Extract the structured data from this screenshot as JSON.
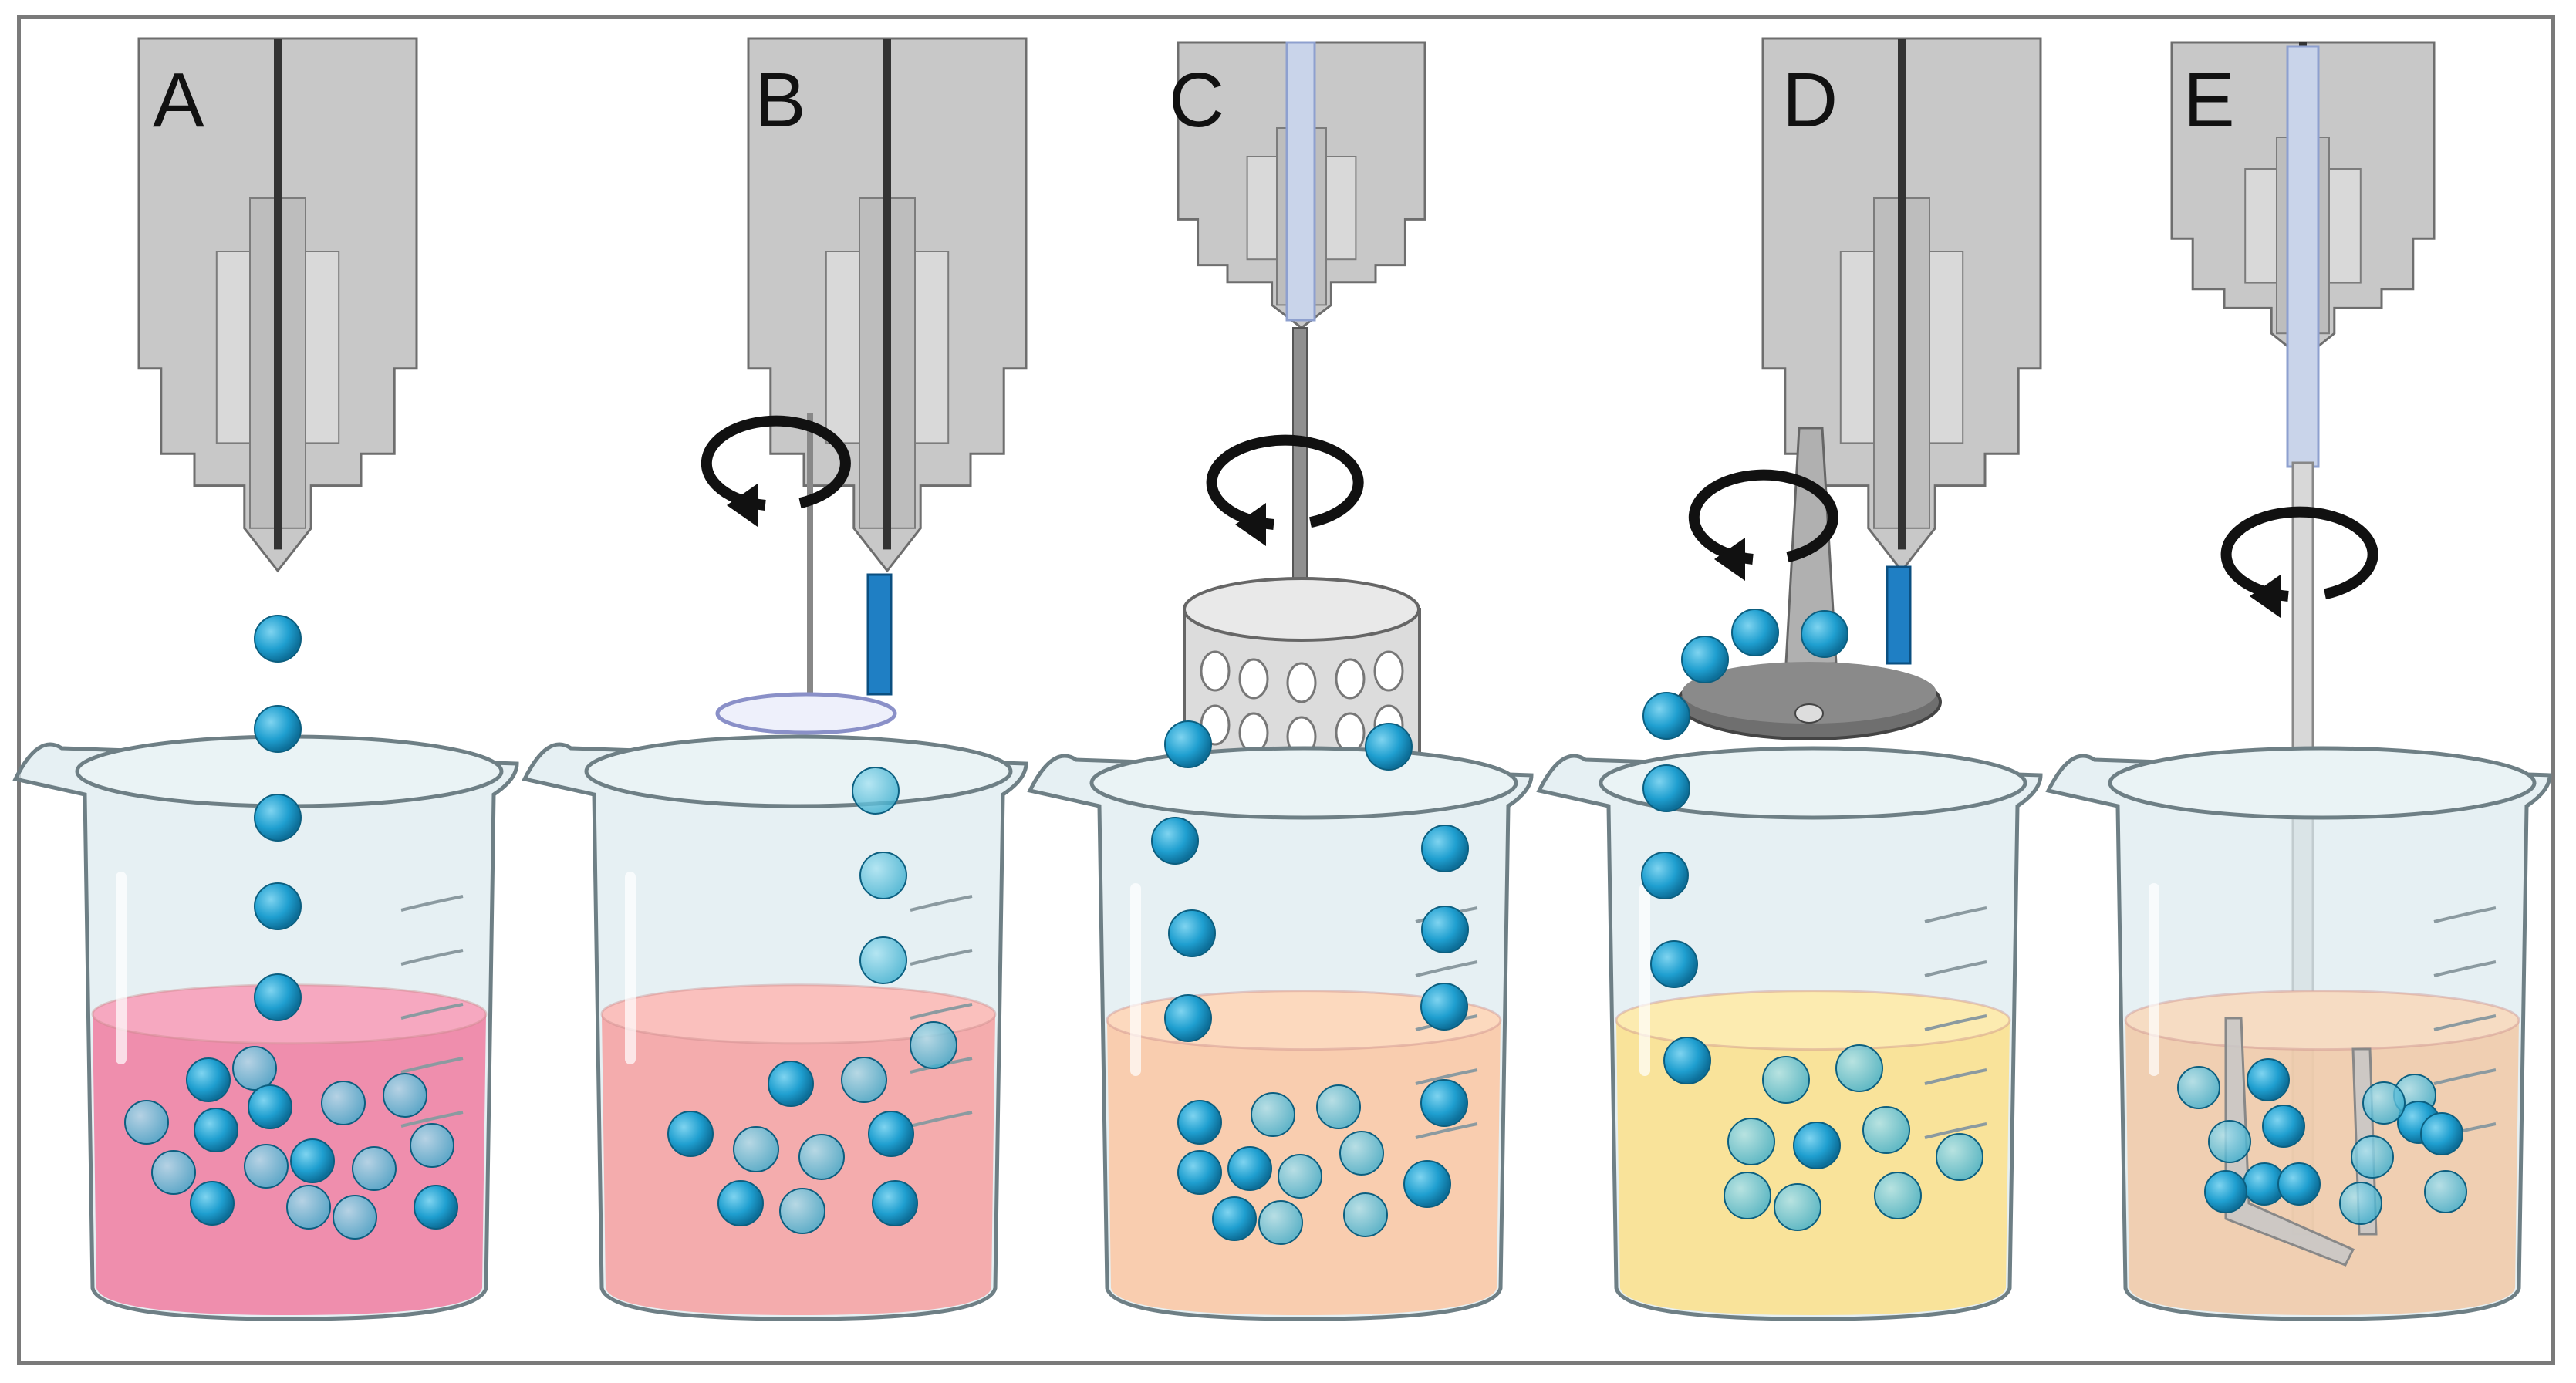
{
  "panels": [
    {
      "label": "A",
      "liquid": "#f07da0",
      "liquid_top": "#f6a8c0"
    },
    {
      "label": "B",
      "liquid": "#f6a0a0",
      "liquid_top": "#fac0bd"
    },
    {
      "label": "C",
      "liquid": "#fbc7a2",
      "liquid_top": "#fcd9be"
    },
    {
      "label": "D",
      "liquid": "#fbe08a",
      "liquid_top": "#fcebb0"
    },
    {
      "label": "E",
      "liquid": "#f1c9a6",
      "liquid_top": "#f6dcc3"
    }
  ],
  "colors": {
    "nozzle": "#c8c8c8",
    "nozzle_dark": "#8f8f8f",
    "bead": "#1f9fd0",
    "bead_light": "#59c3df",
    "glass": "#dbe9ee",
    "rotation_arrow": "#111111"
  },
  "icons": [
    "nozzle-icon",
    "beaker-icon",
    "bead-icon",
    "rotation-arrow-icon",
    "rotating-disc-icon",
    "perforated-cylinder-icon",
    "stirrer-icon"
  ]
}
